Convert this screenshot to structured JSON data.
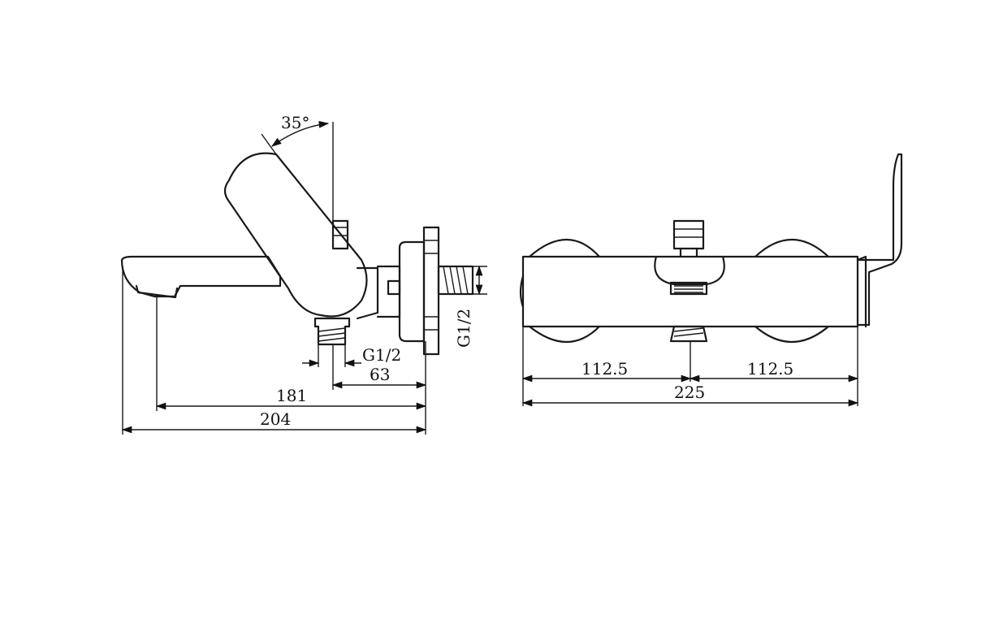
{
  "side_view": {
    "angle": "35°",
    "thread_inlet": "G1/2",
    "thread_outlet": "G1/2",
    "dim_63": "63",
    "dim_181": "181",
    "dim_204": "204"
  },
  "front_view": {
    "dim_left": "112.5",
    "dim_right": "112.5",
    "dim_total": "225"
  }
}
